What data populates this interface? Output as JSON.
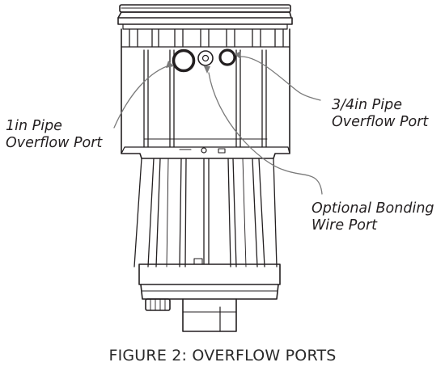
{
  "callouts": {
    "one_inch": [
      "1in Pipe",
      "Overflow Port"
    ],
    "three_quarter": [
      "3/4in Pipe",
      "Overflow Port"
    ],
    "bonding": [
      "Optional Bonding",
      "Wire Port"
    ]
  },
  "caption": "FIGURE 2: OVERFLOW PORTS"
}
